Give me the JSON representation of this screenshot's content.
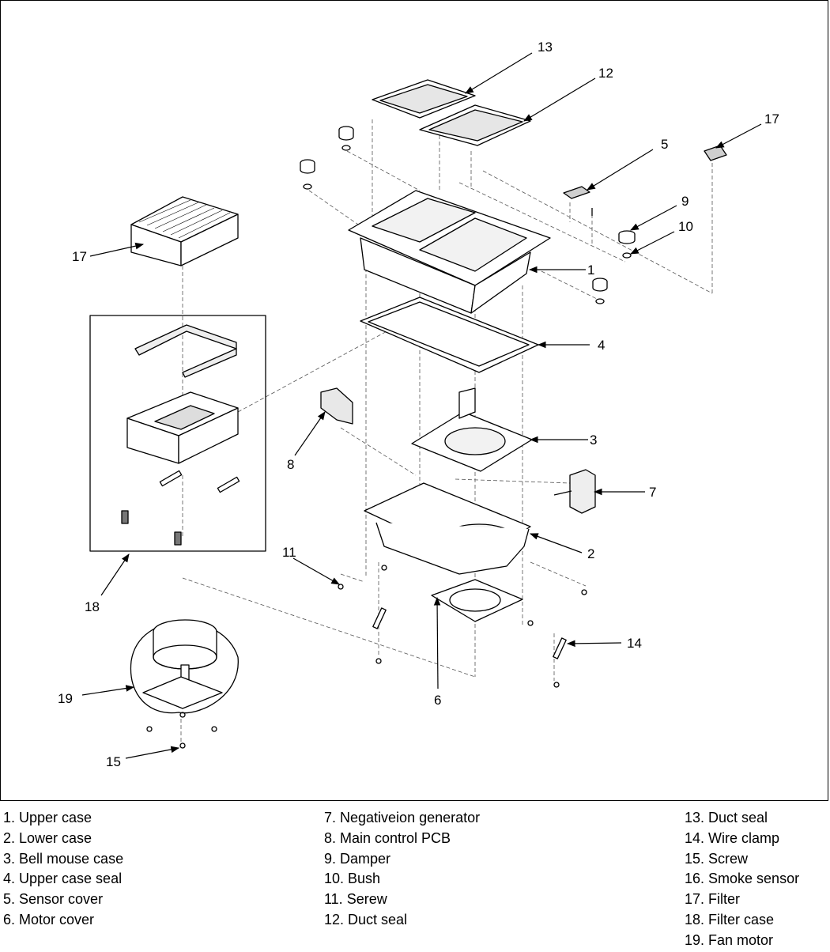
{
  "callouts": [
    "13",
    "12",
    "17",
    "5",
    "9",
    "10",
    "1",
    "17",
    "4",
    "3",
    "8",
    "7",
    "2",
    "11",
    "18",
    "14",
    "19",
    "6",
    "15"
  ],
  "legend": {
    "col1": [
      "1. Upper case",
      "2. Lower case",
      "3. Bell mouse case",
      "4. Upper case seal",
      "5. Sensor cover",
      "6. Motor cover"
    ],
    "col2": [
      "7. Negativeion generator",
      "8. Main control PCB",
      "9. Damper",
      "10. Bush",
      "11. Serew",
      "12. Duct seal"
    ],
    "col3": [
      "13. Duct seal",
      "14. Wire clamp",
      "15. Screw",
      "16. Smoke sensor",
      "17. Filter",
      "18. Filter case",
      "19. Fan motor"
    ]
  }
}
